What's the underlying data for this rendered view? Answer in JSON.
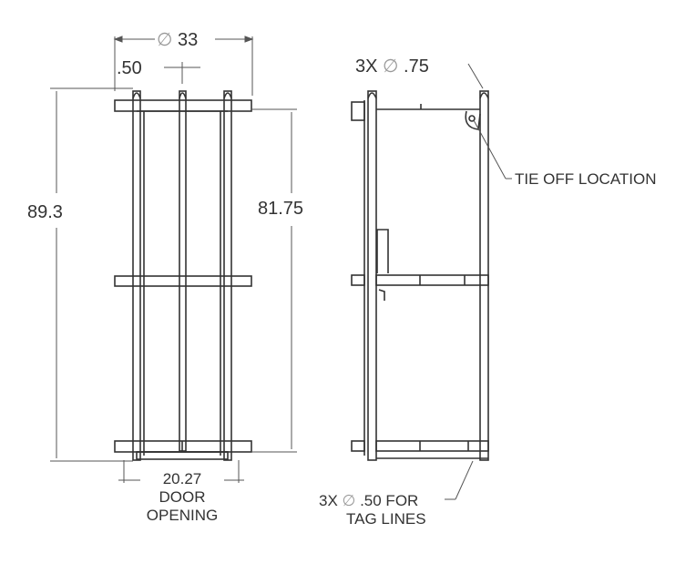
{
  "drawing": {
    "front_view": {
      "overall_diameter": {
        "symbol": "∅",
        "value": "33"
      },
      "top_offset": ".50",
      "overall_height": "89.3",
      "inner_height": "81.75",
      "door_opening": {
        "value": "20.27",
        "line1": "DOOR",
        "line2": "OPENING"
      }
    },
    "side_view": {
      "lifting_holes": {
        "prefix": "3X",
        "symbol": "∅",
        "value": ".75"
      },
      "tie_off": "TIE OFF LOCATION",
      "tag_lines": {
        "prefix": "3X",
        "symbol": "∅",
        "value": ".50 FOR",
        "line2": "TAG LINES"
      }
    },
    "colors": {
      "line": "#333333",
      "dim": "#555555",
      "symbol": "#999999",
      "bg": "#ffffff"
    }
  }
}
